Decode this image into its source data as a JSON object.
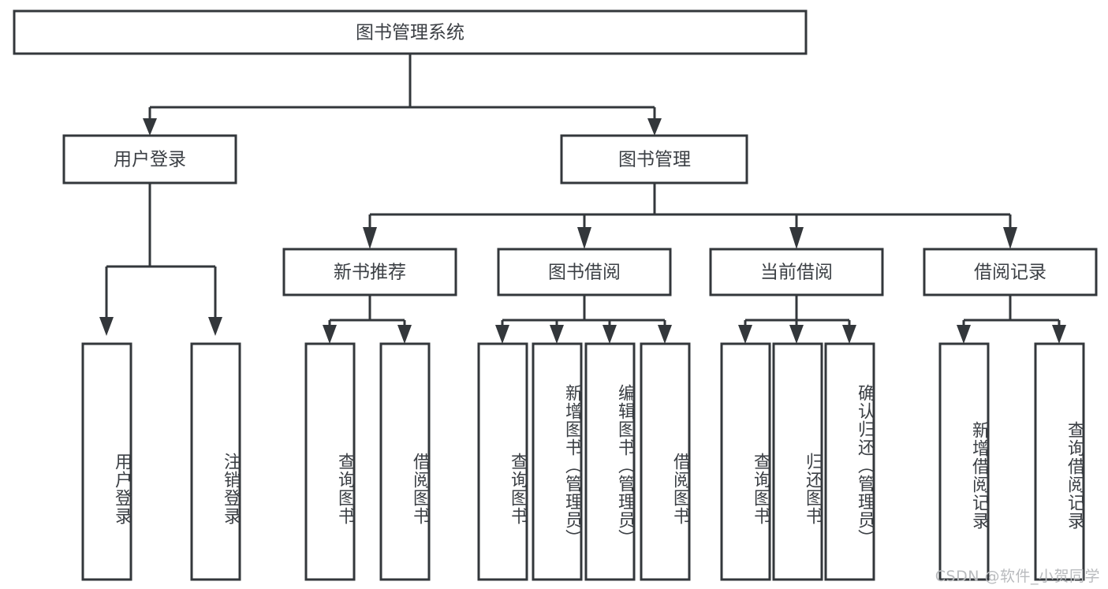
{
  "diagram": {
    "type": "tree-hierarchy",
    "title": "图书管理系统",
    "watermark": "CSDN @软件_小贺同学",
    "stroke_color": "#33373b",
    "box_fill": "#ffffff",
    "background": "#ffffff",
    "root": {
      "label": "图书管理系统",
      "level": 0
    },
    "level1": [
      {
        "label": "用户登录"
      },
      {
        "label": "图书管理"
      }
    ],
    "level2": [
      {
        "label": "新书推荐"
      },
      {
        "label": "图书借阅"
      },
      {
        "label": "当前借阅"
      },
      {
        "label": "借阅记录"
      }
    ],
    "leaves_user_login": [
      {
        "label": "用户登录"
      },
      {
        "label": "注销登录"
      }
    ],
    "leaves_new_book": [
      {
        "label": "查询图书"
      },
      {
        "label": "借阅图书"
      }
    ],
    "leaves_book_borrow": [
      {
        "label": "查询图书"
      },
      {
        "label": "新增图书（管理员）"
      },
      {
        "label": "编辑图书（管理员）"
      },
      {
        "label": "借阅图书"
      }
    ],
    "leaves_current_borrow": [
      {
        "label": "查询图书"
      },
      {
        "label": "归还图书"
      },
      {
        "label": "确认归还（管理员）"
      }
    ],
    "leaves_borrow_record": [
      {
        "label": "新增借阅记录"
      },
      {
        "label": "查询借阅记录"
      }
    ]
  }
}
